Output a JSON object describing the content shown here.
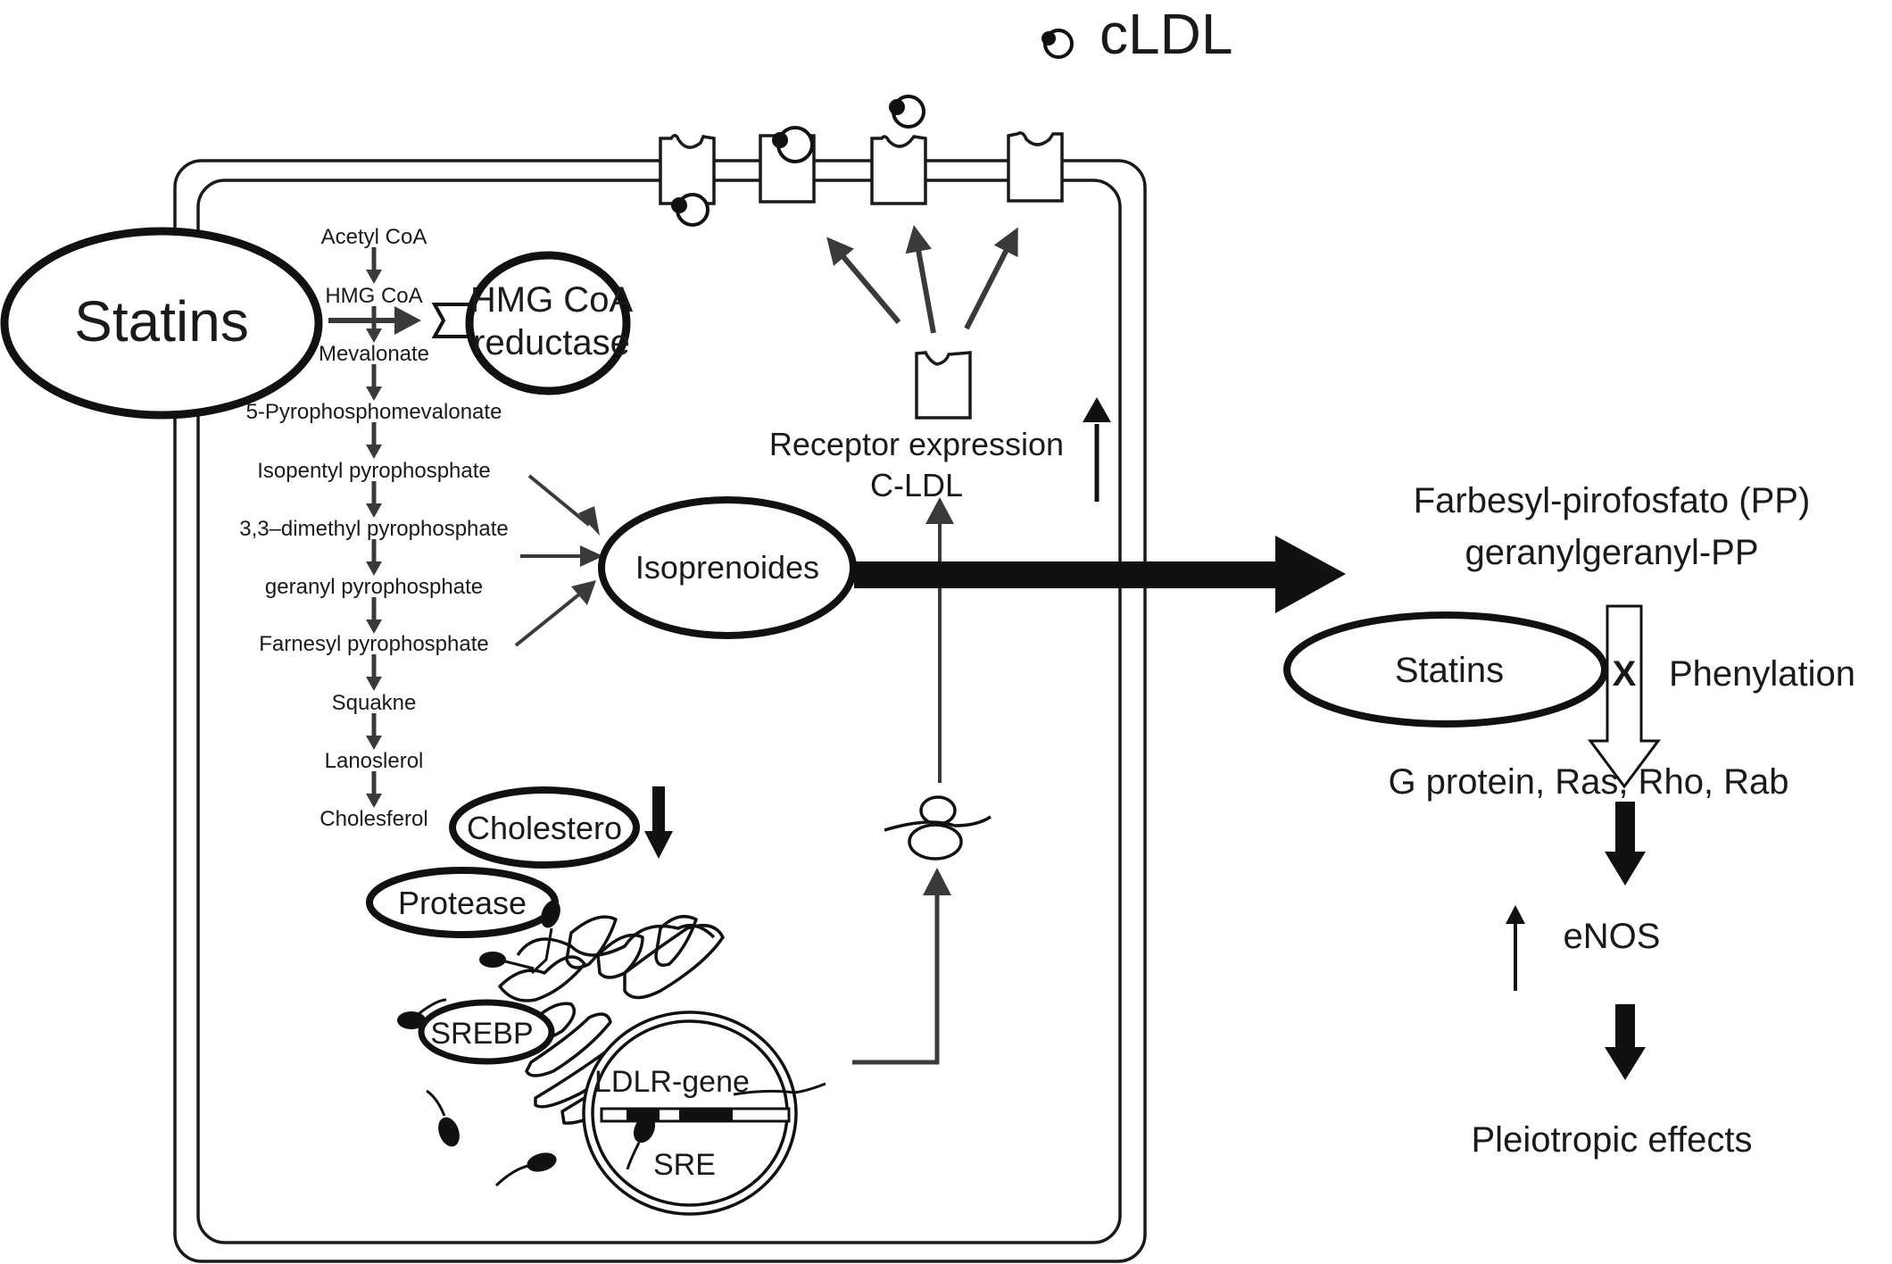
{
  "figure": {
    "title": "Statins mechanism of action: LDL receptor upregulation and pleiotropic effects"
  },
  "legend": {
    "ldl_label": "cLDL"
  },
  "inhibitors": {
    "statins_left": "Statins",
    "statins_right": "Statins",
    "block_mark": "X"
  },
  "enzyme": {
    "line1": "HMG CoA",
    "line2": "reductase"
  },
  "pathway": {
    "steps": [
      "Acetyl CoA",
      "HMG CoA",
      "Mevalonate",
      "5-Pyrophosphomevalonate",
      "Isopentyl pyrophosphate",
      "3,3–dimethyl pyrophosphate",
      "geranyl pyrophosphate",
      "Farnesyl pyrophosphate",
      "Squakne",
      "Lanoslerol",
      "Cholesferol"
    ]
  },
  "nodes": {
    "isoprenoides": "Isoprenoides",
    "cholesterol": "Cholestero",
    "protease": "Protease",
    "srebp": "SREBP",
    "ldlr_gene": "LDLR-gene",
    "sre": "SRE",
    "receptor_line1": "Receptor expression",
    "receptor_line2": "C-LDL"
  },
  "right_panel": {
    "products_line1": "Farbesyl-pirofosfato (PP)",
    "products_line2": "geranylgeranyl-PP",
    "prenylation": "Phenylation",
    "proteins": "G protein, Ras, Rho, Rab",
    "enos": "eNOS",
    "outcome": "Pleiotropic effects"
  },
  "indicators": {
    "receptor_expression": "increase",
    "cholesterol": "decrease",
    "enos": "increase"
  },
  "colors": {
    "ink": "#111111",
    "arrow_gray": "#3a3a3a",
    "background": "#ffffff"
  }
}
